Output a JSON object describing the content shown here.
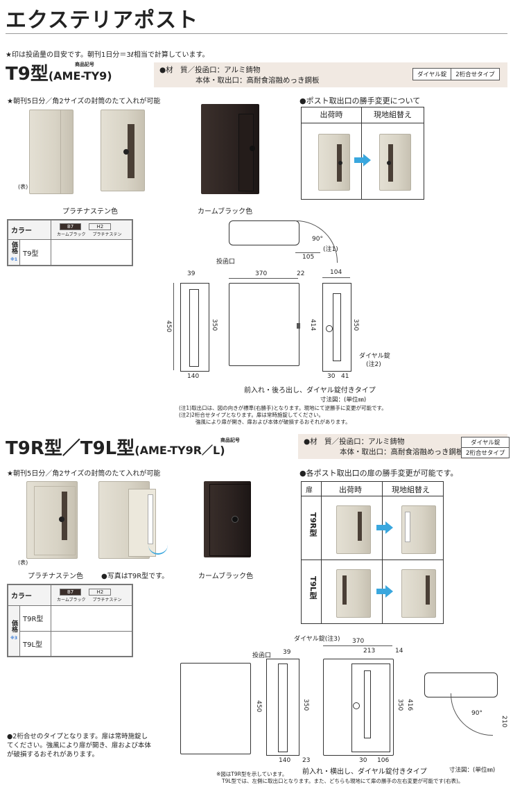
{
  "page_title": "エクステリアポスト",
  "top_note": "★印は投函量の目安です。朝刊1日分＝3ℓ相当で計算しています。",
  "t9": {
    "model": "T9型",
    "code": "(AME-TY9)",
    "code_label": "商品記号",
    "spec_material": "●材　質／投函口：アルミ鋳物",
    "spec_body": "本体・取出口：高耐食溶融めっき鋼板",
    "tag1": "ダイヤル錠",
    "tag2": "2桁合せタイプ",
    "capacity": "★朝刊5日分／角2サイズの封筒のたて入れが可能",
    "front_label": "(表)",
    "color_platinum": "プラチナステン色",
    "color_black": "カームブラック色",
    "change_title": "●ポスト取出口の勝手変更について",
    "ship_label": "出荷時",
    "site_label": "現地組替え",
    "table_color": "カラー",
    "b7": "B7",
    "b7_name": "カームブラック",
    "h2": "H2",
    "h2_name": "プラチナステン",
    "price_label": "価格",
    "price_note": "※1",
    "row_label": "T9型",
    "dims": {
      "d90": "90°",
      "note1": "(注1)",
      "d105": "105",
      "toukan": "投函口",
      "d39": "39",
      "d370": "370",
      "d22": "22",
      "d104": "104",
      "d450": "450",
      "d350": "350",
      "d414": "414",
      "d350b": "350",
      "dial": "ダイヤル錠",
      "note2": "(注2)",
      "d140": "140",
      "d30": "30",
      "d41": "41"
    },
    "caption": "前入れ・後ろ出し、ダイヤル錠付きタイプ",
    "unit": "寸法図：(単位㎜)",
    "notes": [
      "(注1)取出口は、図の向きが標準(右勝手)となります。現地にて逆勝手に変更が可能です。",
      "(注2)2桁合せタイプとなります。扉は常時施錠してください。",
      "強風により扉が開き、扉および本体が破損するおそれがあります。"
    ]
  },
  "t9r": {
    "model": "T9R型／T9L型",
    "code": "(AME-TY9R／L)",
    "code_label": "商品記号",
    "spec_material": "●材　質／投函口：アルミ鋳物",
    "spec_body": "本体・取出口：高耐食溶融めっき鋼板",
    "tag1": "ダイヤル錠",
    "tag2": "2桁合せタイプ",
    "capacity": "★朝刊5日分／角2サイズの封筒のたて入れが可能",
    "front_label": "(表)",
    "color_platinum": "プラチナステン色",
    "photo_note": "●写真はT9R型です。",
    "color_black": "カームブラック色",
    "change_title": "●各ポスト取出口の扉の勝手変更が可能です。",
    "door_label": "扉",
    "ship_label": "出荷時",
    "site_label": "現地組替え",
    "r_label": "T9R型",
    "l_label": "T9L型",
    "table_color": "カラー",
    "b7": "B7",
    "b7_name": "カームブラック",
    "h2": "H2",
    "h2_name": "プラチナステン",
    "price_label": "価格",
    "price_note": "※3",
    "row1": "T9R型",
    "row2": "T9L型",
    "lock_note": "●2桁合せのタイプとなります。扉は常時施錠してください。強風により扉が開き、扉および本体が破損するおそれがあります。",
    "dims": {
      "dial": "ダイヤル錠(注3)",
      "d370": "370",
      "d213": "213",
      "d14": "14",
      "toukan": "投函口",
      "d39": "39",
      "d450": "450",
      "d350": "350",
      "d350b": "350",
      "d416": "416",
      "d90": "90°",
      "d210": "210",
      "d140": "140",
      "d23": "23",
      "d30": "30",
      "d106": "106"
    },
    "caption": "前入れ・横出し、ダイヤル錠付きタイプ",
    "unit": "寸法図：(単位㎜)",
    "notes": [
      "※図はT9R型を示しています。",
      "T9L型では、左側に取出口となります。また、どちらも現地にて扉の勝手の左右変更が可能です(右表)。"
    ]
  }
}
